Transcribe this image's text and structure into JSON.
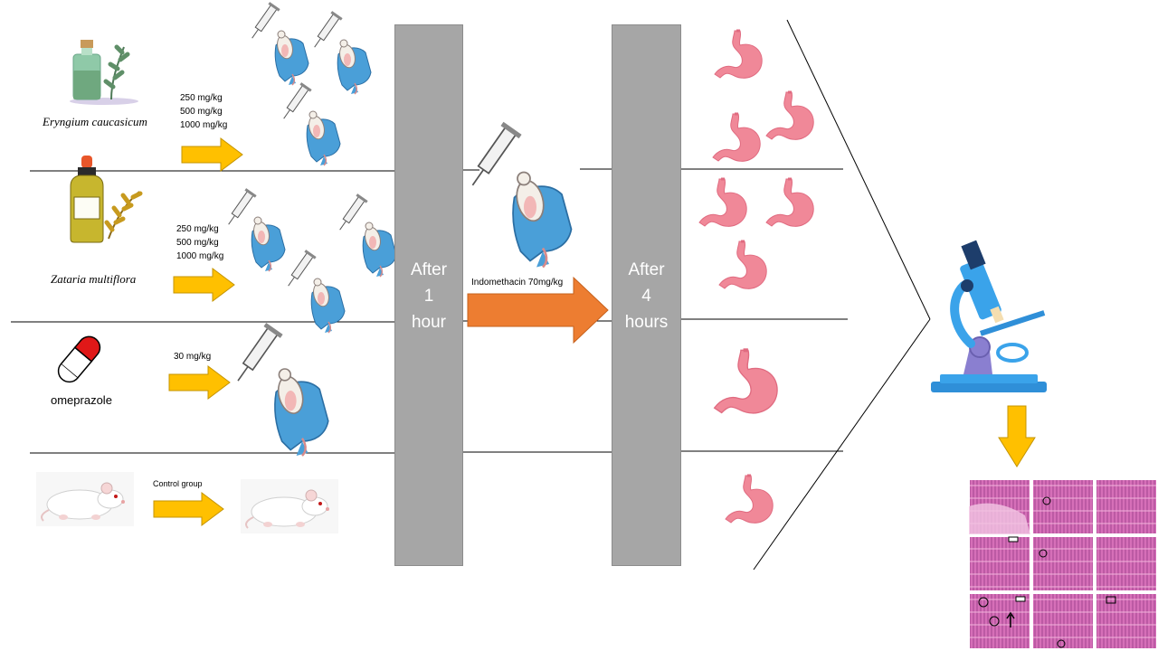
{
  "groups": [
    {
      "agent": "Eryngium caucasicum",
      "doses": [
        "250 mg/kg",
        "500 mg/kg",
        "1000 mg/kg"
      ]
    },
    {
      "agent": "Zataria multiflora",
      "doses": [
        "250 mg/kg",
        "500 mg/kg",
        "1000 mg/kg"
      ]
    },
    {
      "agent": "omeprazole",
      "doses": [
        "30 mg/kg"
      ]
    },
    {
      "agent": "",
      "doses": [
        "Control group"
      ]
    }
  ],
  "timeline": {
    "step1": [
      "After",
      "1",
      "hour"
    ],
    "step2": [
      "After",
      "4",
      "hours"
    ]
  },
  "induction": {
    "label": "Indomethacin 70mg/kg"
  },
  "colors": {
    "dose_arrow": "#ffc000",
    "induction_arrow": "#ed7d31",
    "bar": "#a6a6a6",
    "stomach": "#f08898",
    "glove": "#4a9fd8",
    "histology": "#d66fb8"
  },
  "icons": {
    "injection": "syringe-mouse-hand-icon",
    "stomach": "stomach-icon",
    "microscope": "microscope-icon",
    "histology": "histology-slides-icon"
  }
}
